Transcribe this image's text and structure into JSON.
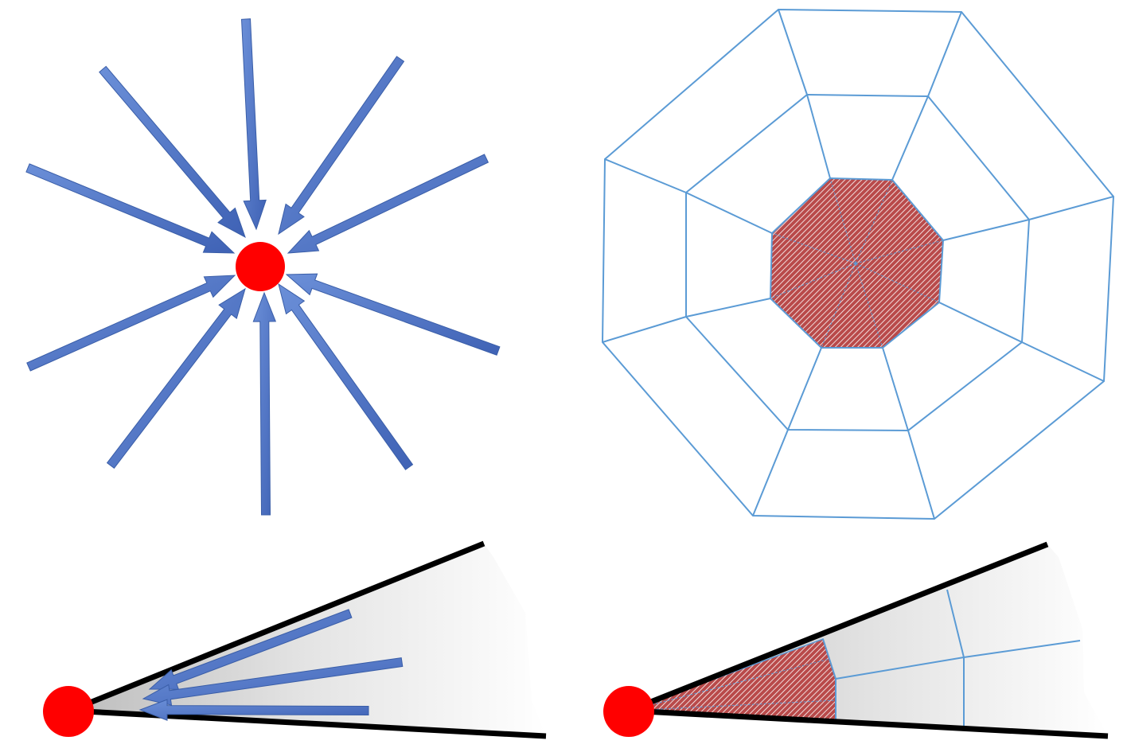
{
  "colors": {
    "background": "#ffffff",
    "arrow_fill": "#4a6fc2",
    "arrow_fill_light": "#6b8fd8",
    "point": "#ff0000",
    "mesh_line": "#5b9bd5",
    "refined_fill": "#c85a5a",
    "refined_hatch": "#ffffff",
    "wedge_edge": "#000000",
    "wedge_shade_dark": "#c8c8c8",
    "wedge_shade_light": "#ffffff"
  },
  "panels": [
    {
      "id": "radial-arrows",
      "description_icon": "converging-arrows-icon"
    },
    {
      "id": "octagon-mesh",
      "description_icon": "radial-mesh-icon"
    },
    {
      "id": "wedge-arrows",
      "description_icon": "wedge-arrows-icon"
    },
    {
      "id": "wedge-mesh",
      "description_icon": "wedge-mesh-icon"
    }
  ]
}
